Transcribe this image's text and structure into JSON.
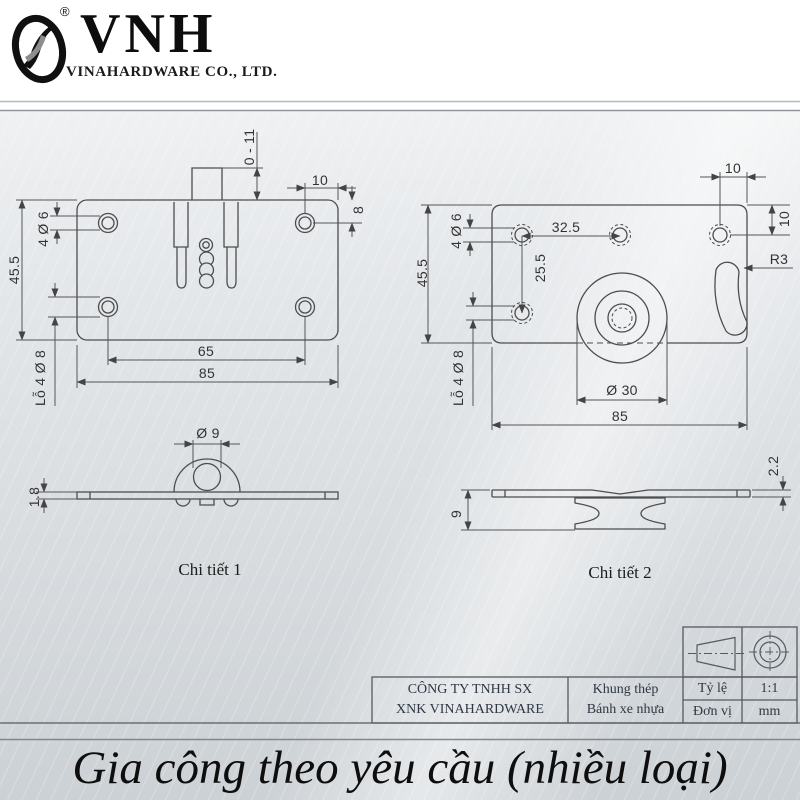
{
  "header": {
    "brand": "VNH",
    "registered": "®",
    "company": "VINAHARDWARE CO., LTD."
  },
  "views": {
    "view1": {
      "caption": "Chi tiết 1",
      "dims": {
        "pin_travel": "0 - 11",
        "corner_x": "10",
        "corner_y": "8",
        "height": "45.5",
        "holes": "4 Ø 6",
        "holes_note": "Lỗ 4 Ø 8",
        "spacing": "65",
        "width": "85",
        "boss_dia": "Ø 9",
        "thickness": "1.8"
      }
    },
    "view2": {
      "caption": "Chi tiết 2",
      "dims": {
        "corner_x": "10",
        "corner_y": "10",
        "slot_radius": "R3",
        "spacing_x": "32.5",
        "spacing_y": "25.5",
        "height": "45.5",
        "holes": "4 Ø 6",
        "holes_note": "Lỗ 4 Ø 8",
        "wheel_dia": "Ø 30",
        "width": "85",
        "thickness": "2.2",
        "wheel_height": "9"
      }
    }
  },
  "title_block": {
    "company_line1": "CÔNG TY TNHH SX",
    "company_line2": "XNK VINAHARDWARE",
    "material_line1": "Khung thép",
    "material_line2": "Bánh xe nhựa",
    "scale_label": "Tỷ lệ",
    "scale_value": "1:1",
    "unit_label": "Đơn vị",
    "unit_value": "mm"
  },
  "footer": {
    "slogan": "Gia công theo yêu cầu (nhiều loại)"
  },
  "colors": {
    "line": "#4d4d4d",
    "dim_text": "#333333",
    "background": "#d9dde0"
  }
}
